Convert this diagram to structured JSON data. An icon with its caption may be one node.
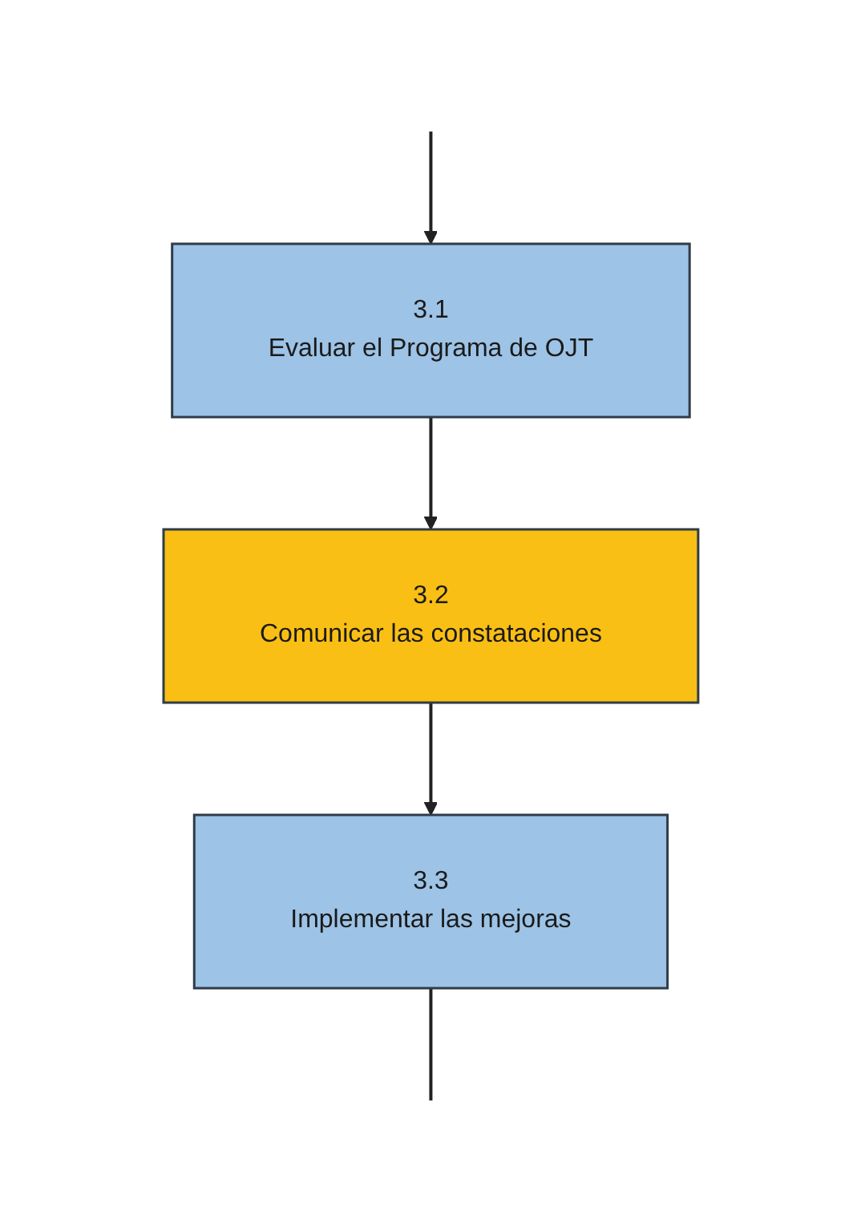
{
  "diagram": {
    "nodes": [
      {
        "text": [
          "3.1",
          "Evaluar el Programa de OJT"
        ]
      },
      {
        "text": [
          "3.2",
          "Comunicar las constataciones"
        ]
      },
      {
        "text": [
          "3.3",
          "Implementar las mejoras"
        ]
      }
    ],
    "edges": [
      {
        "from": null,
        "to": 0,
        "arrow": "to"
      },
      {
        "from": 0,
        "to": 1,
        "arrow": "to"
      },
      {
        "from": 1,
        "to": 2,
        "arrow": "to"
      },
      {
        "from": 2,
        "to": null,
        "arrow": "none"
      }
    ]
  }
}
